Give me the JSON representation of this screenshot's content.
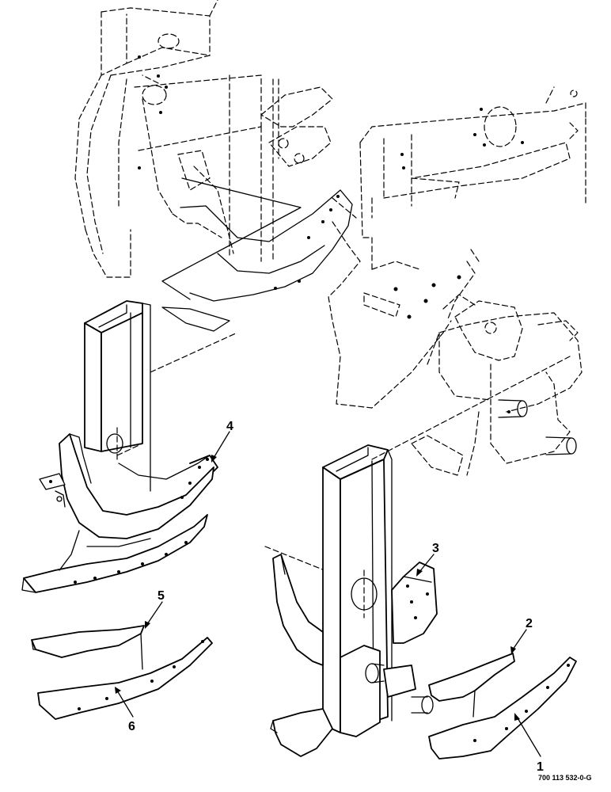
{
  "callouts": [
    {
      "id": "1",
      "label": "1"
    },
    {
      "id": "2",
      "label": "2"
    },
    {
      "id": "3",
      "label": "3"
    },
    {
      "id": "4",
      "label": "4"
    },
    {
      "id": "5",
      "label": "5"
    },
    {
      "id": "6",
      "label": "6"
    }
  ],
  "document_number": "700 113 532-0-G"
}
